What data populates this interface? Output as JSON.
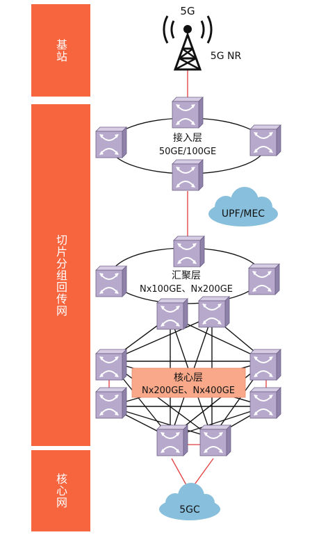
{
  "sidebar": {
    "base_station": "基站",
    "backhaul": "切片分组回传网",
    "core": "核心网"
  },
  "antenna": {
    "top_label": "5G",
    "side_label": "5G NR"
  },
  "access_layer": {
    "name": "接入层",
    "speed": "50GE/100GE"
  },
  "edge_cloud": "UPF/MEC",
  "aggregation_layer": {
    "name": "汇聚层",
    "speed": "Nx100GE、Nx200GE"
  },
  "core_layer": {
    "name": "核心层",
    "speed": "Nx200GE、Nx400GE"
  },
  "core_cloud": "5GC",
  "colors": {
    "sidebar": "#f7653f",
    "router_front": "#b7a9cc",
    "router_top": "#d6cce3",
    "router_side": "#8f82aa",
    "red_link": "#e23b3b",
    "cloud": "#87bfdc",
    "core_band": "#f9a98a"
  }
}
